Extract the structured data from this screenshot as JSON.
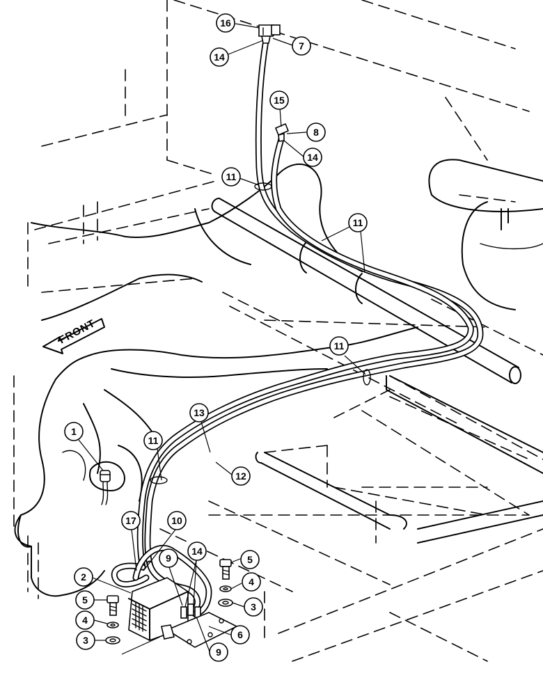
{
  "direction_label": "FRONT",
  "callouts": [
    {
      "id": "c16a",
      "num": "16"
    },
    {
      "id": "c7",
      "num": "7"
    },
    {
      "id": "c14a",
      "num": "14"
    },
    {
      "id": "c15",
      "num": "15"
    },
    {
      "id": "c8",
      "num": "8"
    },
    {
      "id": "c14b",
      "num": "14"
    },
    {
      "id": "c11a",
      "num": "11"
    },
    {
      "id": "c11b",
      "num": "11"
    },
    {
      "id": "c11c",
      "num": "11"
    },
    {
      "id": "c13",
      "num": "13"
    },
    {
      "id": "c12",
      "num": "12"
    },
    {
      "id": "c1",
      "num": "1"
    },
    {
      "id": "c11d",
      "num": "11"
    },
    {
      "id": "c17",
      "num": "17"
    },
    {
      "id": "c10",
      "num": "10"
    },
    {
      "id": "c9a",
      "num": "9"
    },
    {
      "id": "c14c",
      "num": "14"
    },
    {
      "id": "c5a",
      "num": "5"
    },
    {
      "id": "c4a",
      "num": "4"
    },
    {
      "id": "c3a",
      "num": "3"
    },
    {
      "id": "c2",
      "num": "2"
    },
    {
      "id": "c5b",
      "num": "5"
    },
    {
      "id": "c4b",
      "num": "4"
    },
    {
      "id": "c3b",
      "num": "3"
    },
    {
      "id": "c6",
      "num": "6"
    },
    {
      "id": "c9b",
      "num": "9"
    }
  ]
}
